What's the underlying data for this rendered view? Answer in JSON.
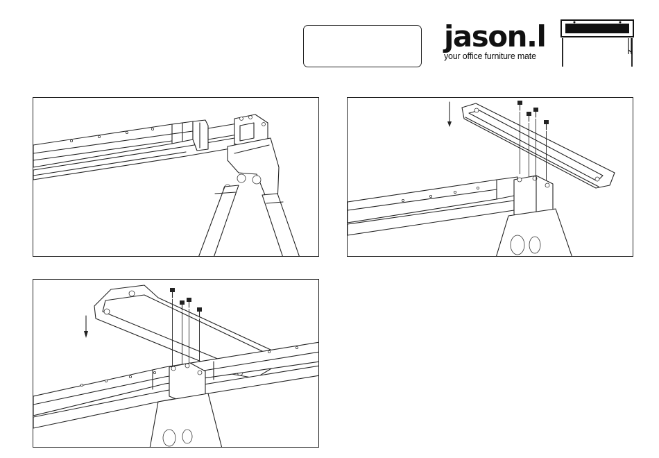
{
  "header": {
    "step_box_text": "",
    "brand_name": "jason.l",
    "brand_tagline": "your office furniture mate",
    "brand_icon": "standing-desk-icon"
  },
  "steps": [
    {
      "id": "frame-leg-attach",
      "arrow": false,
      "screws": 0
    },
    {
      "id": "top-bracket-lower",
      "arrow": true,
      "arrow_direction": "down",
      "screws": 4
    },
    {
      "id": "top-bracket-lower-alt",
      "arrow": true,
      "arrow_direction": "down",
      "screws": 4
    }
  ],
  "icons": [
    "down-arrow-icon",
    "screw-icon"
  ]
}
